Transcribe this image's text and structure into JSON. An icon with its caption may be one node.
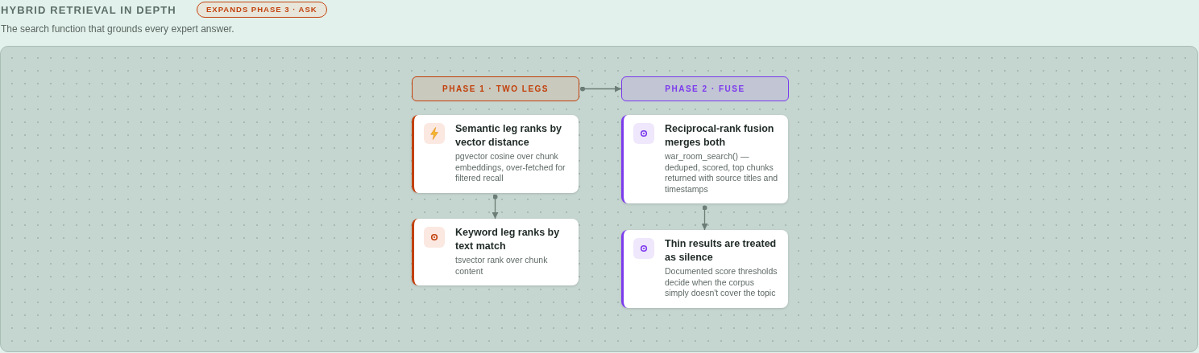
{
  "diagram": {
    "title": "HYBRID RETRIEVAL IN DEPTH",
    "caption": "The search function that grounds every expert answer.",
    "nodes": [
      {
        "text": [
          "PHASE 1 · TWO LEGS"
        ]
      },
      {
        "text": [
          "Semantic leg ranks by vector distance",
          "pgvector cosine over chunk embeddings, over-fetched for filtered recall"
        ]
      },
      {
        "text": [
          "Keyword leg ranks by text match",
          "tsvector rank over chunk content"
        ]
      },
      {
        "text": [
          "PHASE 2 · FUSE"
        ]
      },
      {
        "text": [
          "Reciprocal-rank fusion merges both",
          "war_room_search() — deduped, scored, top chunks returned with source titles and timestamps"
        ]
      },
      {
        "text": [
          "Thin results are treated as silence",
          "Documented score thresholds decide when the corpus simply doesn't cover the topic"
        ]
      }
    ],
    "edges": [
      {
        "from": 0,
        "to": 3,
        "arrow": "to"
      },
      {
        "from": 1,
        "to": 2,
        "arrow": "to"
      },
      {
        "from": 4,
        "to": 5,
        "arrow": "to"
      }
    ],
    "labels": [
      "EXPANDS PHASE 3 · ASK"
    ]
  }
}
